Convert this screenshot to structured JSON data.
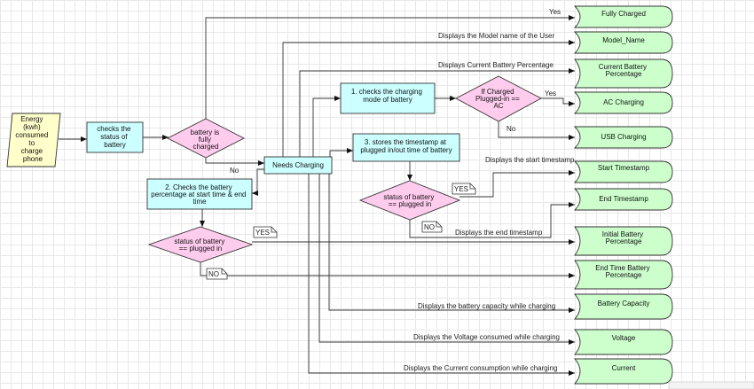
{
  "nodes": {
    "energy_input": [
      "Energy",
      "(kwh)",
      "consumed",
      "to",
      "charge",
      "phone"
    ],
    "check_status": [
      "checks the",
      "status of",
      "battery"
    ],
    "battery_fully_charged": [
      "battery is",
      "fully",
      "charged"
    ],
    "needs_charging": [
      "Needs Charging"
    ],
    "check_mode": [
      "1. checks the charging",
      "mode of battery"
    ],
    "if_charged_plugged": [
      "If Charged",
      "Plugged-in ==",
      "AC"
    ],
    "store_timestamp": [
      "3. stores the timestamp at",
      "plugged in/out time of battery"
    ],
    "status_plugged_1": [
      "status of battery",
      "== plugged in"
    ],
    "check_percentage": [
      "2. Checks the battery",
      "percentage at start time & end",
      "time"
    ],
    "status_plugged_2": [
      "status of battery",
      "== plugged in"
    ]
  },
  "outputs": {
    "fully_charged": "Fully Charged",
    "model_name": "Model_Name",
    "current_battery_percentage": [
      "Current Battery",
      "Percentage"
    ],
    "ac_charging": "AC Charging",
    "usb_charging": "USB Charging",
    "start_timestamp": "Start Timestamp",
    "end_timestamp": "End Timestamp",
    "initial_battery_percentage": [
      "Initial Battery",
      "Percentage"
    ],
    "end_time_battery_percentage": [
      "End Time Battery",
      "Percentage"
    ],
    "battery_capacity": "Battery Capacity",
    "voltage": "Voltage",
    "current": "Current"
  },
  "edge_labels": {
    "yes_fully": "Yes",
    "no_fully": "No",
    "displays_model": "Displays the Model name of the User",
    "displays_percentage": "Displays Current Battery Percentage",
    "yes_ac": "Yes",
    "no_ac": "No",
    "displays_start": "Displays the  start timestamp",
    "displays_end": "Displays the end timestamp",
    "displays_capacity": "Displays the battery capacity while charging",
    "displays_voltage": "Displays the Voltage consumed while charging",
    "displays_current": "Displays the Current consumption while charging"
  },
  "notes": {
    "yes_timestamp": "YES",
    "no_timestamp": "NO",
    "yes_percentage": "YES",
    "no_percentage": "NO"
  },
  "colors": {
    "process_fill": "#ccffff",
    "decision_fill": "#ffccee",
    "terminal_fill": "#ccffcc",
    "input_fill": "#ffffcc"
  }
}
